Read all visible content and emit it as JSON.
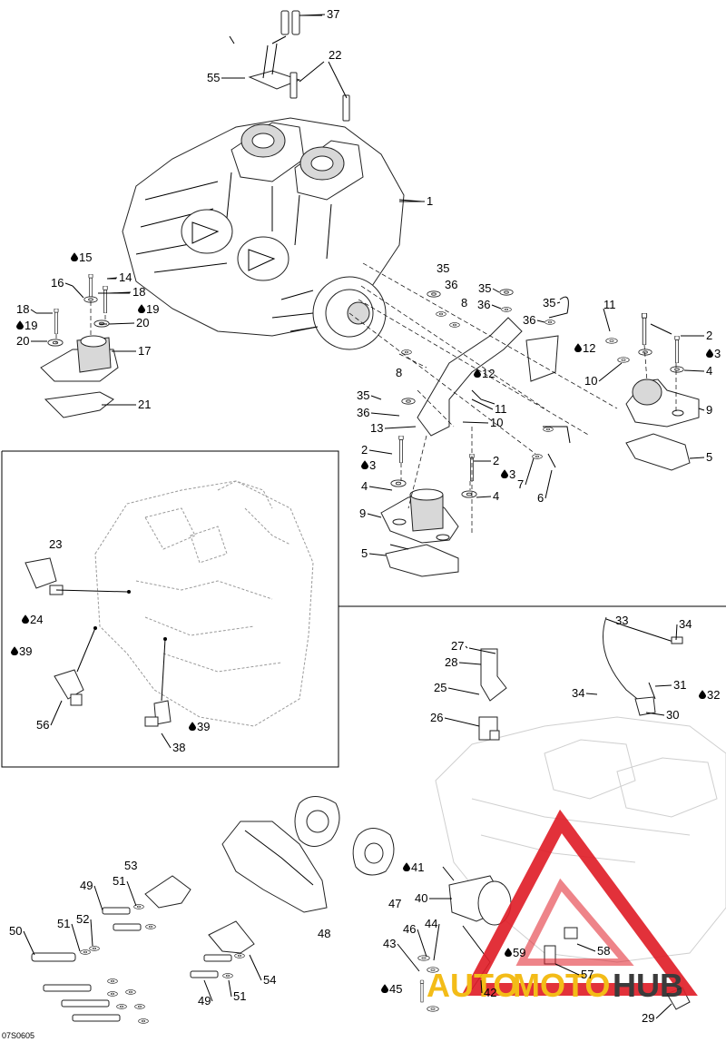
{
  "diagram": {
    "code": "07S0605",
    "labels": [
      {
        "id": "37",
        "text": "37"
      },
      {
        "id": "22",
        "text": "22"
      },
      {
        "id": "55",
        "text": "55"
      },
      {
        "id": "1",
        "text": "1"
      },
      {
        "id": "15",
        "text": "15"
      },
      {
        "id": "14",
        "text": "14"
      },
      {
        "id": "16",
        "text": "16"
      },
      {
        "id": "18a",
        "text": "18"
      },
      {
        "id": "19a",
        "text": "19"
      },
      {
        "id": "18b",
        "text": "18"
      },
      {
        "id": "19b",
        "text": "19"
      },
      {
        "id": "20a",
        "text": "20"
      },
      {
        "id": "20b",
        "text": "20"
      },
      {
        "id": "17",
        "text": "17"
      },
      {
        "id": "21",
        "text": "21"
      },
      {
        "id": "35a",
        "text": "35"
      },
      {
        "id": "36a",
        "text": "36"
      },
      {
        "id": "8a",
        "text": "8"
      },
      {
        "id": "35b",
        "text": "35"
      },
      {
        "id": "36b",
        "text": "36"
      },
      {
        "id": "35c",
        "text": "35"
      },
      {
        "id": "36c",
        "text": "36"
      },
      {
        "id": "11a",
        "text": "11"
      },
      {
        "id": "12a",
        "text": "12"
      },
      {
        "id": "10a",
        "text": "10"
      },
      {
        "id": "2a",
        "text": "2"
      },
      {
        "id": "3a",
        "text": "3"
      },
      {
        "id": "4a",
        "text": "4"
      },
      {
        "id": "9a",
        "text": "9"
      },
      {
        "id": "8b",
        "text": "8"
      },
      {
        "id": "12b",
        "text": "12"
      },
      {
        "id": "35d",
        "text": "35"
      },
      {
        "id": "11b",
        "text": "11"
      },
      {
        "id": "36d",
        "text": "36"
      },
      {
        "id": "10b",
        "text": "10"
      },
      {
        "id": "13",
        "text": "13"
      },
      {
        "id": "5a",
        "text": "5"
      },
      {
        "id": "2b",
        "text": "2"
      },
      {
        "id": "3b",
        "text": "3"
      },
      {
        "id": "2c",
        "text": "2"
      },
      {
        "id": "3c",
        "text": "3"
      },
      {
        "id": "4b",
        "text": "4"
      },
      {
        "id": "4c",
        "text": "4"
      },
      {
        "id": "7",
        "text": "7"
      },
      {
        "id": "6",
        "text": "6"
      },
      {
        "id": "9b",
        "text": "9"
      },
      {
        "id": "5b",
        "text": "5"
      },
      {
        "id": "23",
        "text": "23"
      },
      {
        "id": "24",
        "text": "24"
      },
      {
        "id": "39a",
        "text": "39"
      },
      {
        "id": "56",
        "text": "56"
      },
      {
        "id": "38",
        "text": "38"
      },
      {
        "id": "39b",
        "text": "39"
      },
      {
        "id": "33",
        "text": "33"
      },
      {
        "id": "34a",
        "text": "34"
      },
      {
        "id": "27",
        "text": "27"
      },
      {
        "id": "28",
        "text": "28"
      },
      {
        "id": "25",
        "text": "25"
      },
      {
        "id": "31",
        "text": "31"
      },
      {
        "id": "34b",
        "text": "34"
      },
      {
        "id": "32",
        "text": "32"
      },
      {
        "id": "30",
        "text": "30"
      },
      {
        "id": "26",
        "text": "26"
      },
      {
        "id": "53",
        "text": "53"
      },
      {
        "id": "49a",
        "text": "49"
      },
      {
        "id": "51a",
        "text": "51"
      },
      {
        "id": "50",
        "text": "50"
      },
      {
        "id": "51b",
        "text": "51"
      },
      {
        "id": "52",
        "text": "52"
      },
      {
        "id": "41",
        "text": "41"
      },
      {
        "id": "47",
        "text": "47"
      },
      {
        "id": "40",
        "text": "40"
      },
      {
        "id": "48",
        "text": "48"
      },
      {
        "id": "46",
        "text": "46"
      },
      {
        "id": "44",
        "text": "44"
      },
      {
        "id": "43",
        "text": "43"
      },
      {
        "id": "59",
        "text": "59"
      },
      {
        "id": "58",
        "text": "58"
      },
      {
        "id": "57",
        "text": "57"
      },
      {
        "id": "54",
        "text": "54"
      },
      {
        "id": "45",
        "text": "45"
      },
      {
        "id": "42",
        "text": "42"
      },
      {
        "id": "49b",
        "text": "49"
      },
      {
        "id": "51c",
        "text": "51"
      },
      {
        "id": "29",
        "text": "29"
      }
    ]
  },
  "watermark": {
    "text_left": "AUTO",
    "text_mid": "MOTO",
    "text_right": "HUB",
    "color_red": "#e0202a",
    "color_yellow": "#f2b705",
    "color_dark": "#2b2b2b"
  },
  "colors": {
    "line": "#000000",
    "drop": "#000000",
    "ghost": "#9a9a9a"
  }
}
